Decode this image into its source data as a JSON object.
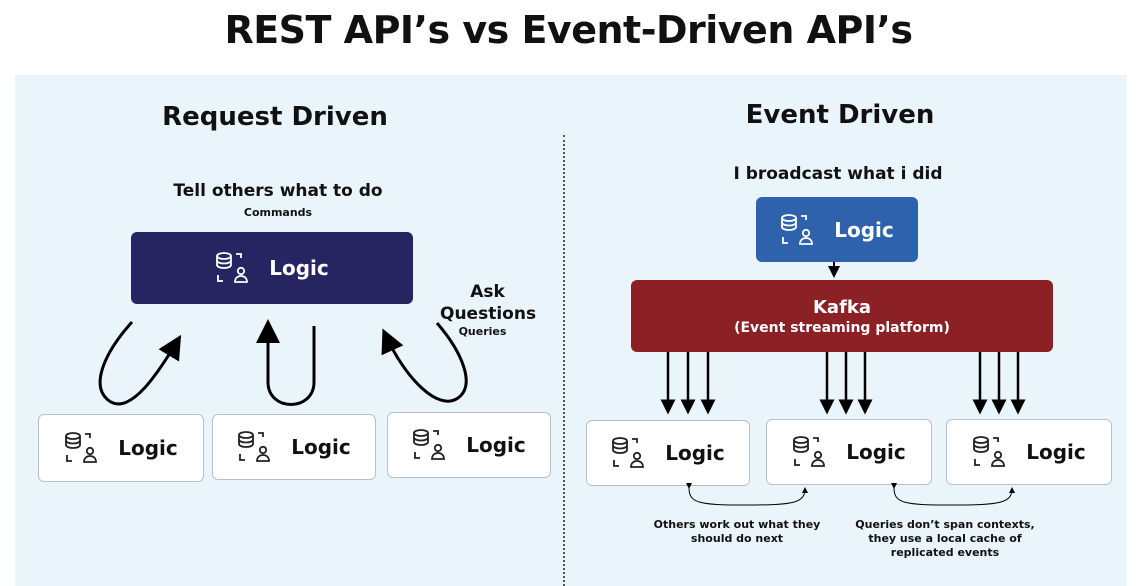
{
  "title": "REST API’s vs Event-Driven API’s",
  "left": {
    "heading": "Request Driven",
    "subheading": "Tell others what to do",
    "caption": "Commands",
    "main_box_label": "Logic",
    "side_label": "Ask Questions",
    "side_caption": "Queries",
    "bottom_boxes": [
      "Logic",
      "Logic",
      "Logic"
    ]
  },
  "right": {
    "heading": "Event Driven",
    "subheading": "I broadcast what i did",
    "top_box_label": "Logic",
    "kafka_title": "Kafka",
    "kafka_subtitle": "(Event streaming platform)",
    "bottom_boxes": [
      "Logic",
      "Logic",
      "Logic"
    ],
    "note1": "Others work out what they should do next",
    "note2": "Queries don’t span contexts, they use a local cache of replicated events"
  },
  "colors": {
    "panel": "#eaf5fb",
    "navy": "#272462",
    "blue": "#2f62ad",
    "kafka": "#8b2125"
  },
  "icons": [
    "database-user-icon"
  ]
}
